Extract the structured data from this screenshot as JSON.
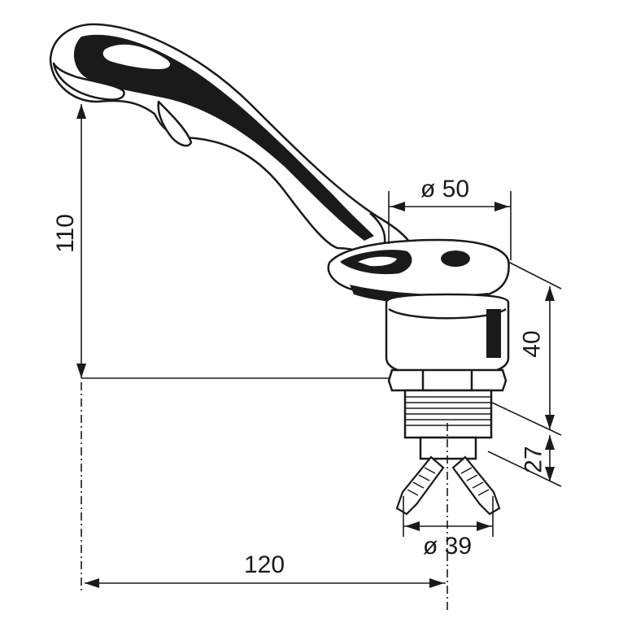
{
  "diagram": {
    "subject": "faucet dimension drawing",
    "colors": {
      "line": "#1a1a1a",
      "background": "#ffffff"
    },
    "dimensions": {
      "spout_height": {
        "label": "110",
        "orientation": "vertical"
      },
      "base_diameter": {
        "label": "ø 50",
        "orientation": "horizontal"
      },
      "body_height": {
        "label": "40",
        "orientation": "vertical"
      },
      "thread_length": {
        "label": "27",
        "orientation": "vertical"
      },
      "connector_spread": {
        "label": "ø 39",
        "orientation": "horizontal"
      },
      "spout_reach": {
        "label": "120",
        "orientation": "horizontal"
      }
    }
  }
}
